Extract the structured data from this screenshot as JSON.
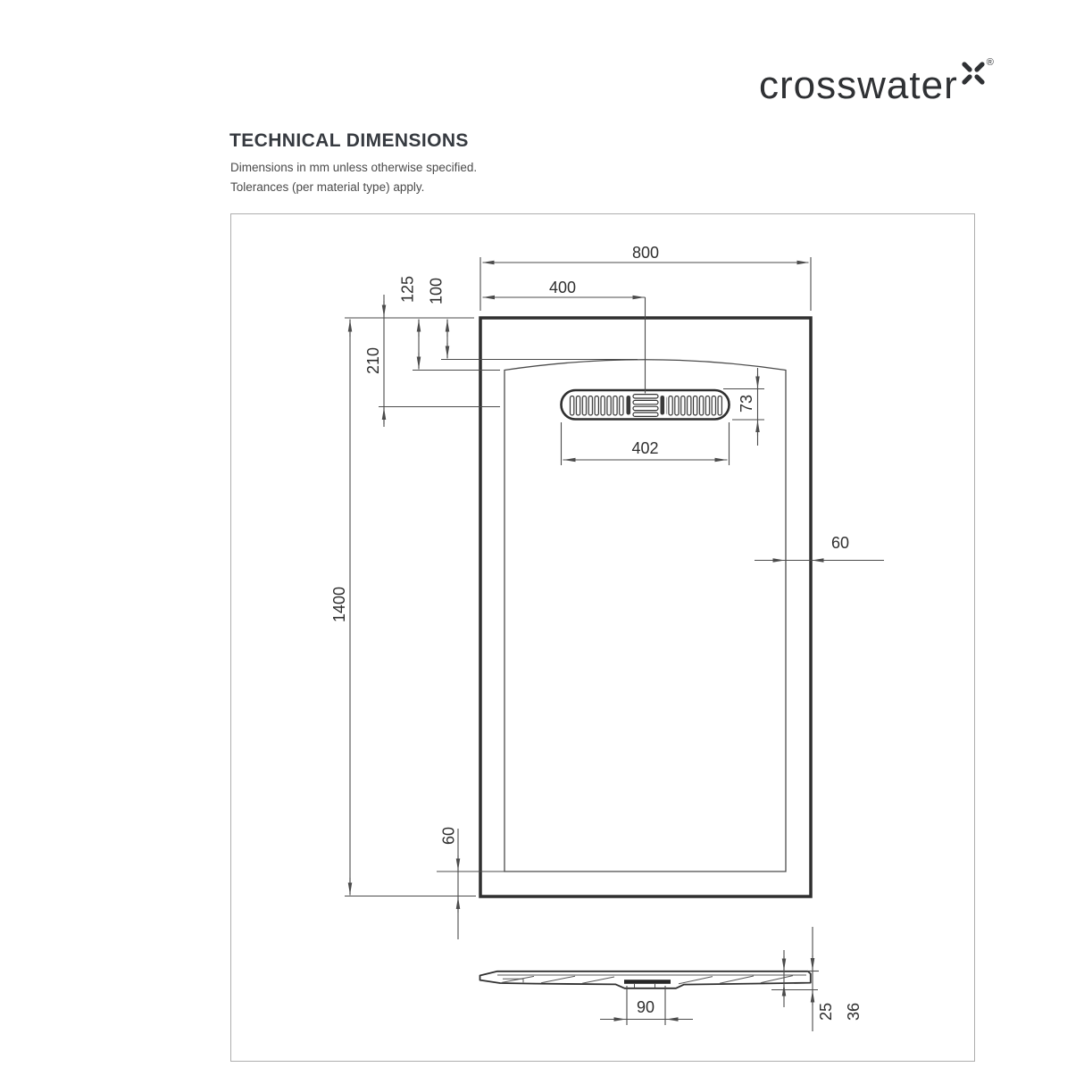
{
  "brand": {
    "name": "crosswater",
    "registered_mark": "®"
  },
  "header": {
    "title": "TECHNICAL DIMENSIONS",
    "note_line1": "Dimensions in mm unless otherwise specified.",
    "note_line2": "Tolerances (per material type) apply."
  },
  "drawing": {
    "units": "mm",
    "plan_view": {
      "overall_width": "800",
      "drain_center_from_left": "400",
      "rim_to_floor_edge": "125",
      "rim_to_floor_apex": "100",
      "rim_to_drain_center": "210",
      "overall_length": "1400",
      "rim_width_right": "60",
      "rim_width_bottom": "60",
      "grate_length": "402",
      "grate_width": "73"
    },
    "section_view": {
      "drain_body_width": "90",
      "edge_height": "25",
      "overall_height": "36"
    }
  },
  "colors": {
    "line": "#4b4b4b",
    "outline": "#2f2f2f",
    "text": "#2e2e2e",
    "frame_border": "#aeaeae",
    "heading": "#363a40",
    "logo": "#2f3134"
  }
}
